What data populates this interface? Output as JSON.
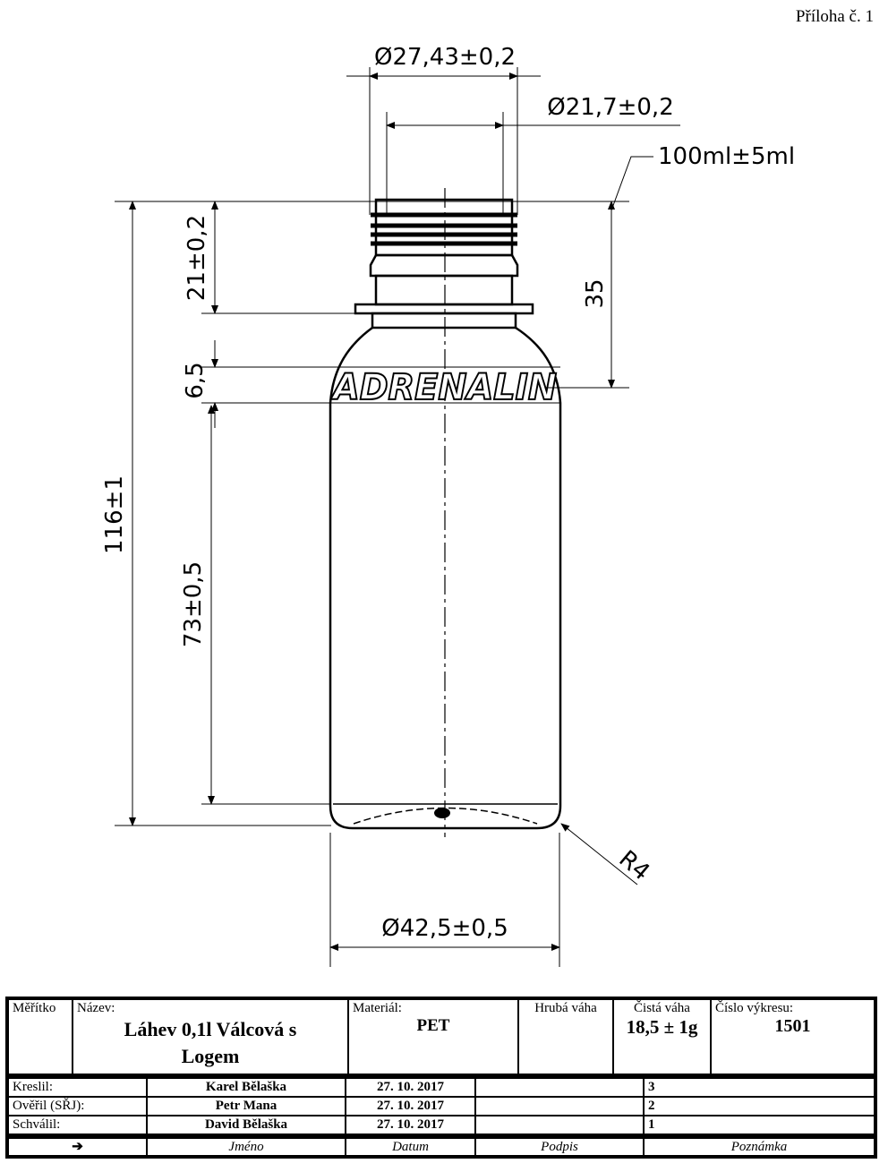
{
  "annex": "Příloha č. 1",
  "drawing": {
    "logo_text": "ADRENALIN",
    "dim_outer_finish": "Ø27,43±0,2",
    "dim_inner_finish": "Ø21,7±0,2",
    "dim_volume": "100ml±5ml",
    "dim_total_height": "116±1",
    "dim_neck_height": "21±0,2",
    "dim_logo_band": "6,5",
    "dim_body_height": "73±0,5",
    "dim_fill_level": "35",
    "dim_body_diameter": "Ø42,5±0,5",
    "dim_radius": "R4"
  },
  "title_block": {
    "scale_label": "Měřítko",
    "name_label": "Název:",
    "name_value": "Láhev 0,1l Válcová s Logem",
    "material_label": "Materiál:",
    "material_value": "PET",
    "gross_weight_label": "Hrubá váha",
    "net_weight_label": "Čistá váha",
    "net_weight_value": "18,5 ± 1g",
    "drawing_no_label": "Číslo výkresu:",
    "drawing_no_value": "1501",
    "rows": [
      {
        "role": "Kreslil:",
        "name": "Karel Bělaška",
        "date": "27. 10. 2017",
        "signature": "",
        "note": "3"
      },
      {
        "role": "Ověřil (SŘJ):",
        "name": "Petr Mana",
        "date": "27. 10. 2017",
        "signature": "",
        "note": "2"
      },
      {
        "role": "Schválil:",
        "name": "David Bělaška",
        "date": "27. 10. 2017",
        "signature": "",
        "note": "1"
      }
    ],
    "footer": {
      "arrow": "➔",
      "name": "Jméno",
      "date": "Datum",
      "signature": "Podpis",
      "note": "Poznámka"
    }
  }
}
